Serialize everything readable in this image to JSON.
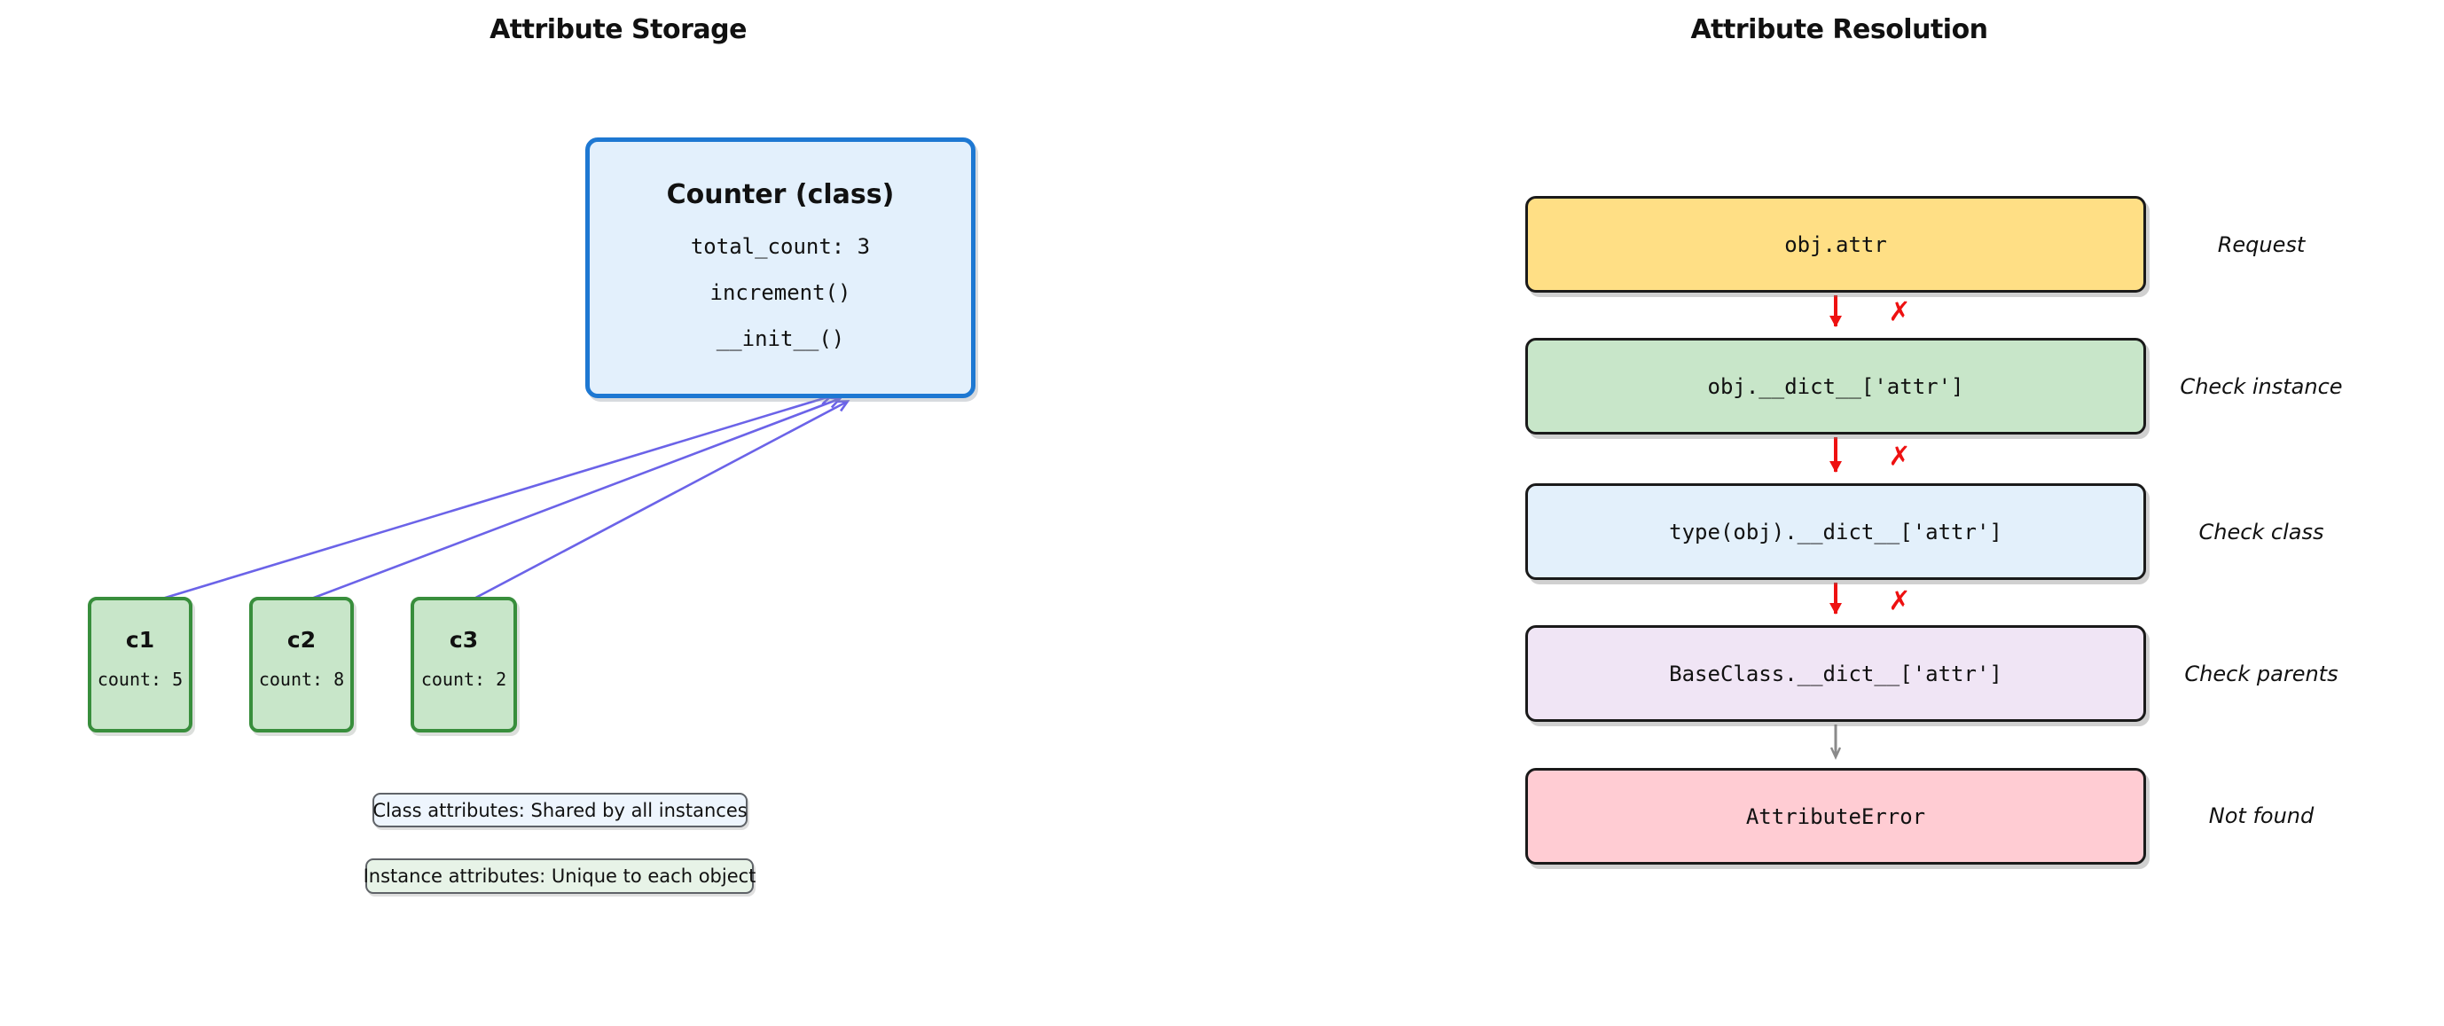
{
  "colors": {
    "class_box_fill": "#e3f0fc",
    "class_box_border": "#1e78d2",
    "instance_fill": "#c8e6c9",
    "instance_border": "#388e3c",
    "arrow_instances": "#6b63e8",
    "arrow_fail": "#ee1111",
    "arrow_notfound": "#8a8a8a",
    "flow_border": "#1a1a1a"
  },
  "left": {
    "title": "Attribute Storage",
    "class_box": {
      "name": "Counter (class)",
      "members": [
        "total_count: 3",
        "increment()",
        "__init__()"
      ]
    },
    "instances": [
      {
        "name": "c1",
        "attr": "count: 5"
      },
      {
        "name": "c2",
        "attr": "count: 8"
      },
      {
        "name": "c3",
        "attr": "count: 2"
      }
    ],
    "legend": [
      {
        "label": "Class attributes: Shared by all instances",
        "fill": "#eef5fd"
      },
      {
        "label": "Instance attributes: Unique to each object",
        "fill": "#e7f3e7"
      }
    ]
  },
  "right": {
    "title": "Attribute Resolution",
    "fail_mark": "✗",
    "steps": [
      {
        "code": "obj.attr",
        "label": "Request",
        "fill": "#ffdf85"
      },
      {
        "code": "obj.__dict__['attr']",
        "label": "Check instance",
        "fill": "#c8e6c9"
      },
      {
        "code": "type(obj).__dict__['attr']",
        "label": "Check class",
        "fill": "#e3f0fb"
      },
      {
        "code": "BaseClass.__dict__['attr']",
        "label": "Check parents",
        "fill": "#f0e5f5"
      },
      {
        "code": "AttributeError",
        "label": "Not found",
        "fill": "#ffccd3"
      }
    ]
  }
}
